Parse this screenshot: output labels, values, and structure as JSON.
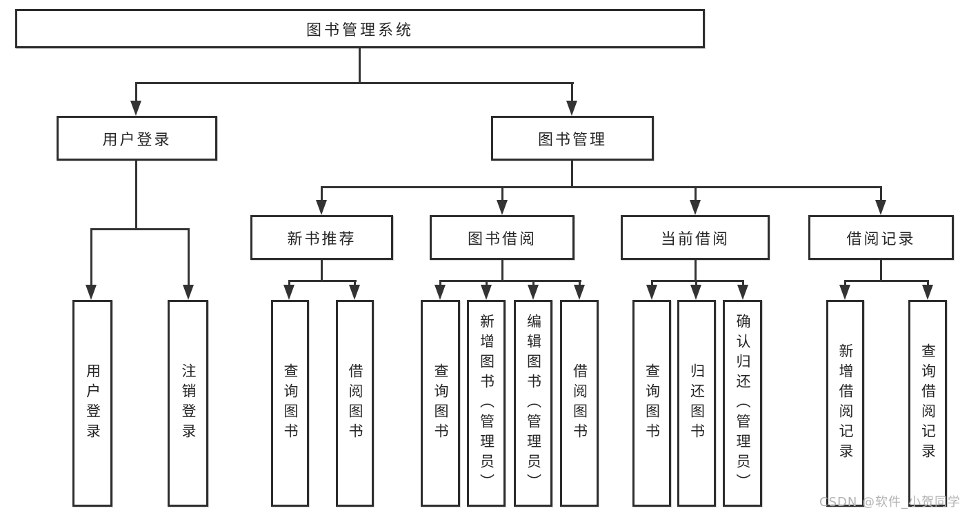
{
  "diagram": {
    "title": "图书管理系统",
    "level2": {
      "user_login": "用户登录",
      "book_mgmt": "图书管理"
    },
    "level3": {
      "new_books": "新书推荐",
      "borrow": "图书借阅",
      "current": "当前借阅",
      "records": "借阅记录"
    },
    "leaves": {
      "user_login": "用户登录",
      "logout": "注销登录",
      "nb_query": "查询图书",
      "nb_borrow": "借阅图书",
      "bw_query": "查询图书",
      "bw_add": "新增图书（管理员）",
      "bw_edit": "编辑图书（管理员）",
      "bw_borrow": "借阅图书",
      "cur_query": "查询图书",
      "cur_return": "归还图书",
      "cur_confirm": "确认归还（管理员）",
      "rec_add": "新增借阅记录",
      "rec_query": "查询借阅记录"
    },
    "watermark": "CSDN @软件_小贺同学"
  },
  "colors": {
    "line": "#333333",
    "box_border": "#2d2d2d",
    "text": "#262626",
    "watermark": "#b3b3b3",
    "background": "#ffffff"
  }
}
